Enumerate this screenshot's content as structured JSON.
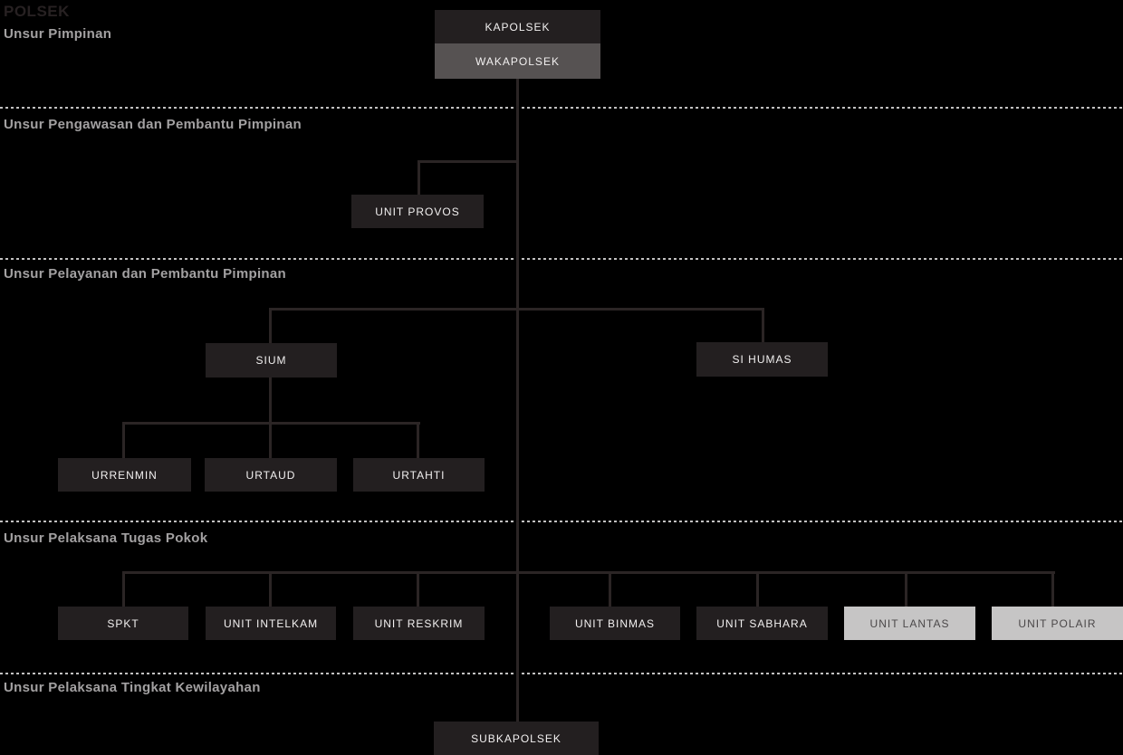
{
  "title": "POLSEK",
  "colors": {
    "background": "#000000",
    "box_dark": "#231f20",
    "box_gray": "#565252",
    "box_light": "#c6c5c5",
    "box_text_light": "#f2f0f0",
    "box_text_dark": "#4b4849",
    "heading_text": "#a3a1a2",
    "title_text": "#272122",
    "connector": "#2b2525",
    "divider": "#c2c1c1"
  },
  "sections": [
    {
      "heading": "Unsur Pimpinan",
      "nodes": [
        {
          "id": "kapolsek",
          "label": "KAPOLSEK",
          "variant": "dark"
        },
        {
          "id": "wakapolsek",
          "label": "WAKAPOLSEK",
          "variant": "gray"
        }
      ]
    },
    {
      "heading": "Unsur Pengawasan dan Pembantu Pimpinan",
      "nodes": [
        {
          "id": "unit-provos",
          "label": "UNIT PROVOS",
          "variant": "dark"
        }
      ]
    },
    {
      "heading": "Unsur Pelayanan dan Pembantu Pimpinan",
      "nodes": [
        {
          "id": "sium",
          "label": "SIUM",
          "variant": "dark"
        },
        {
          "id": "si-humas",
          "label": "SI HUMAS",
          "variant": "dark"
        },
        {
          "id": "urrenmin",
          "label": "URRENMIN",
          "variant": "dark"
        },
        {
          "id": "urtaud",
          "label": "URTAUD",
          "variant": "dark"
        },
        {
          "id": "urtahti",
          "label": "URTAHTI",
          "variant": "dark"
        }
      ]
    },
    {
      "heading": "Unsur Pelaksana Tugas Pokok",
      "nodes": [
        {
          "id": "spkt",
          "label": "SPKT",
          "variant": "dark"
        },
        {
          "id": "unit-intelkam",
          "label": "UNIT INTELKAM",
          "variant": "dark"
        },
        {
          "id": "unit-reskrim",
          "label": "UNIT RESKRIM",
          "variant": "dark"
        },
        {
          "id": "unit-binmas",
          "label": "UNIT BINMAS",
          "variant": "dark"
        },
        {
          "id": "unit-sabhara",
          "label": "UNIT SABHARA",
          "variant": "dark"
        },
        {
          "id": "unit-lantas",
          "label": "UNIT LANTAS",
          "variant": "light"
        },
        {
          "id": "unit-polair",
          "label": "UNIT POLAIR",
          "variant": "light"
        }
      ]
    },
    {
      "heading": "Unsur Pelaksana Tingkat Kewilayahan",
      "nodes": [
        {
          "id": "subkapolsek",
          "label": "SUBKAPOLSEK",
          "variant": "dark"
        }
      ]
    }
  ]
}
